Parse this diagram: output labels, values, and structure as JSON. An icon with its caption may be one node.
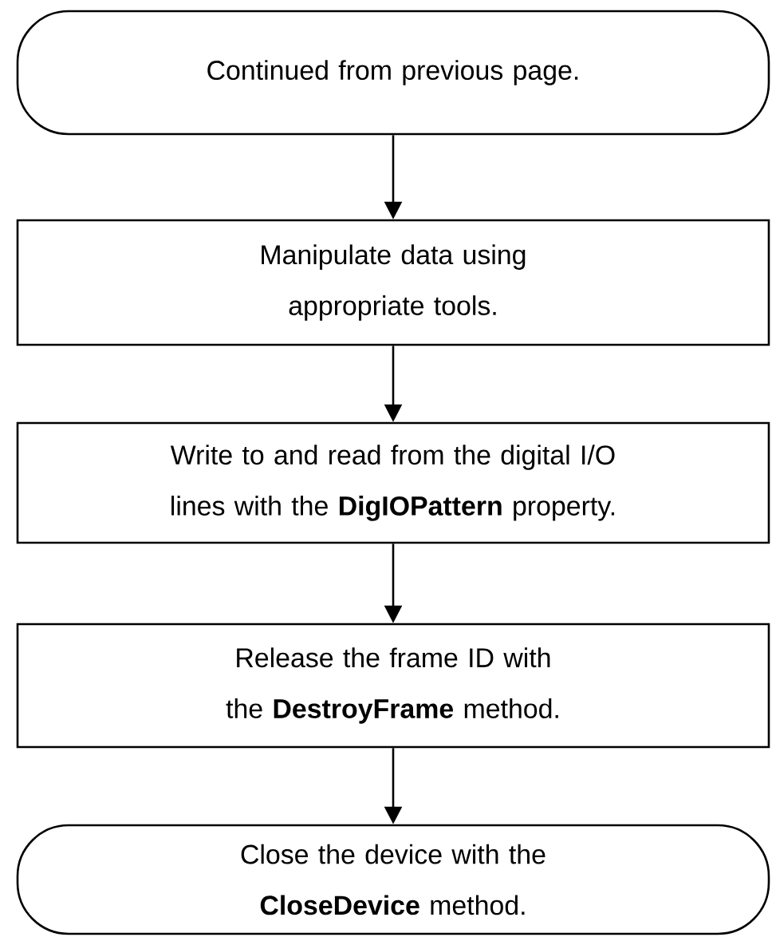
{
  "diagram": {
    "nodes": [
      {
        "text": [
          "Continued from previous page."
        ]
      },
      {
        "text": [
          "Manipulate data using appropriate tools."
        ]
      },
      {
        "text": [
          "Write to and read from the digital I/O lines with the **DigIOPattern** property."
        ]
      },
      {
        "text": [
          "Release the frame ID with the **DestroyFrame** method."
        ]
      },
      {
        "text": [
          "Close the device with the **CloseDevice** method."
        ]
      }
    ],
    "edges": [
      {
        "from": 0,
        "to": 1,
        "arrow": "to"
      },
      {
        "from": 1,
        "to": 2,
        "arrow": "to"
      },
      {
        "from": 2,
        "to": 3,
        "arrow": "to"
      },
      {
        "from": 3,
        "to": 4,
        "arrow": "to"
      }
    ]
  }
}
